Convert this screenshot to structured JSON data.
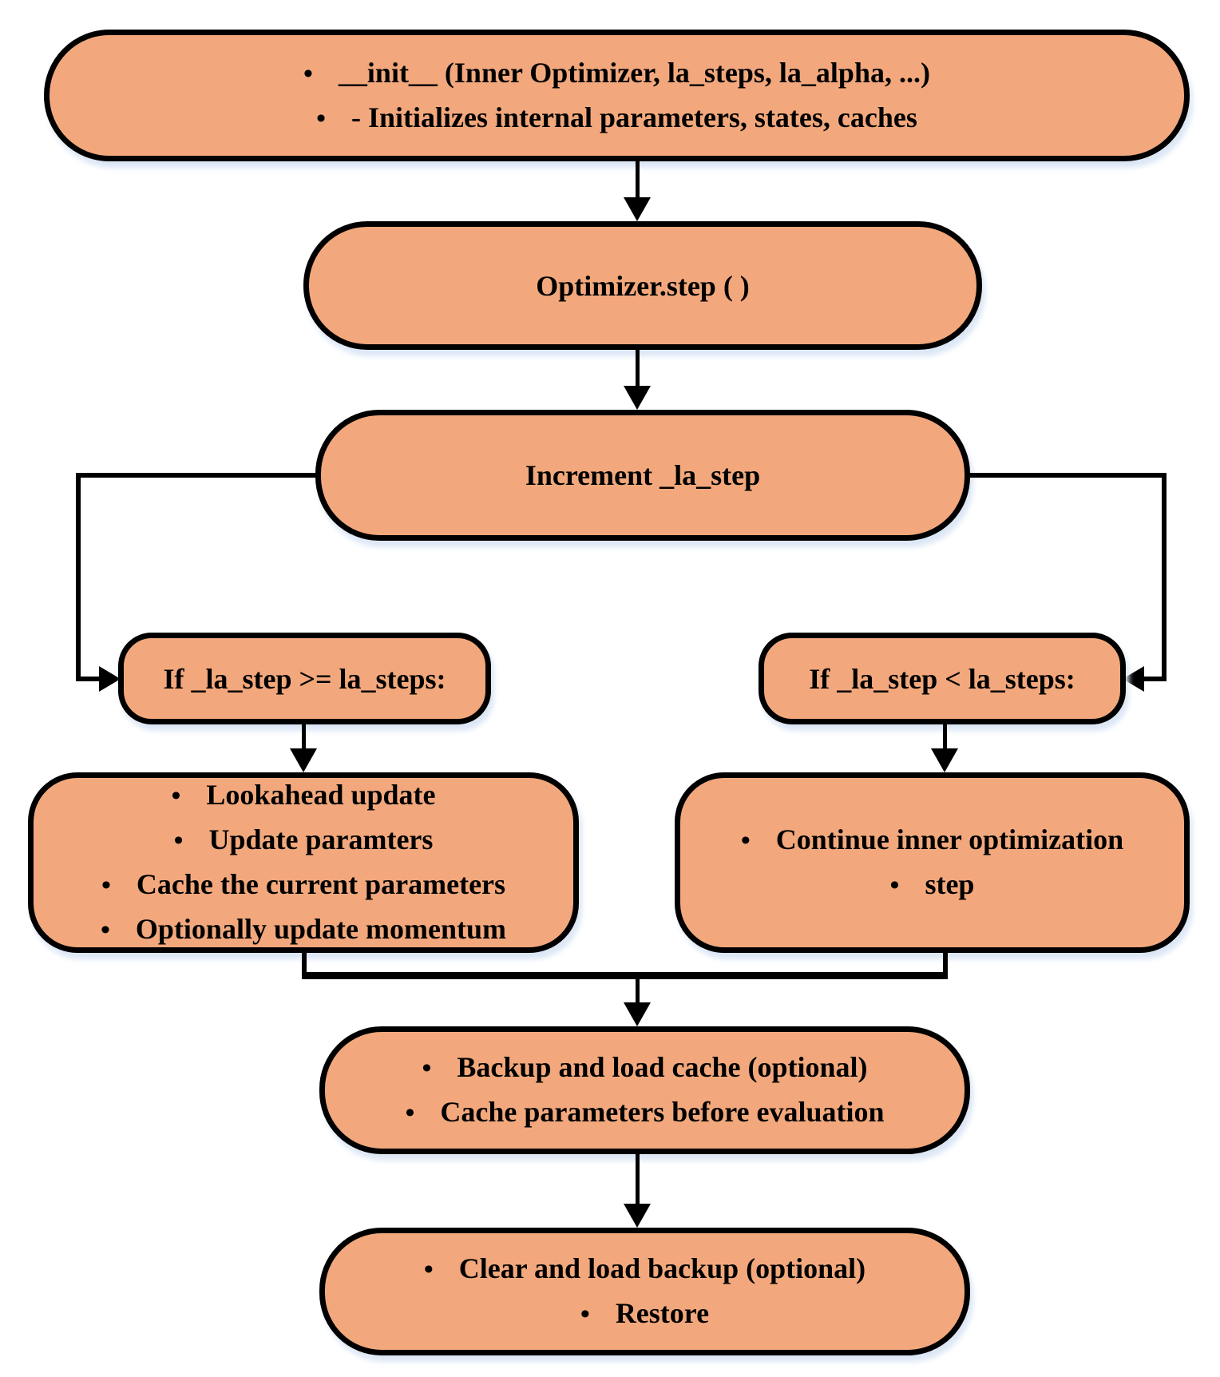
{
  "bullet": "•",
  "colors": {
    "node_fill": "#F2A87C",
    "node_border": "#000000",
    "connector": "#000000",
    "shadow": "#DCE7F6"
  },
  "nodes": {
    "init": {
      "items": [
        "__init__ (Inner Optimizer, la_steps, la_alpha, ...)",
        "- Initializes internal parameters, states, caches"
      ]
    },
    "optimizer_step": {
      "label": "Optimizer.step ( )"
    },
    "increment": {
      "label": "Increment _la_step"
    },
    "cond_ge": {
      "label": "If _la_step >= la_steps:"
    },
    "cond_lt": {
      "label": "If _la_step < la_steps:"
    },
    "lookahead": {
      "items": [
        "Lookahead update",
        "Update paramters",
        "Cache the current parameters",
        "Optionally update momentum"
      ]
    },
    "continue_inner": {
      "items": [
        "Continue inner optimization",
        "step"
      ]
    },
    "backup": {
      "items": [
        "Backup and load cache (optional)",
        "Cache parameters before evaluation"
      ]
    },
    "clear": {
      "items": [
        "Clear and load backup (optional)",
        "Restore"
      ]
    }
  }
}
